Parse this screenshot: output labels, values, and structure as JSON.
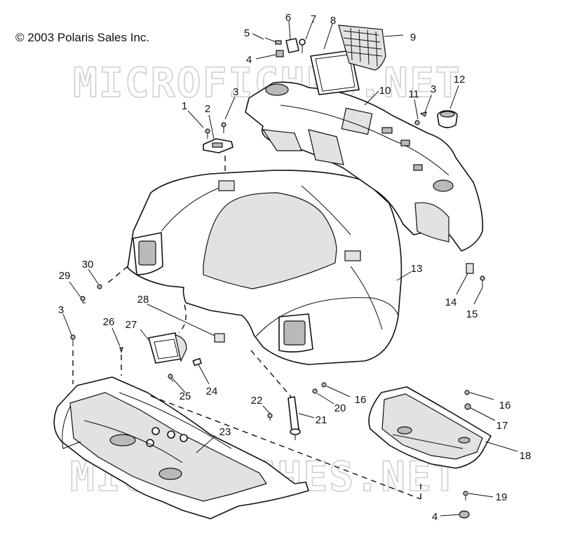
{
  "copyright": "© 2003 Polaris Sales Inc.",
  "watermark": "MICROFICHES.NET",
  "callouts": [
    "1",
    "2",
    "3",
    "3",
    "3",
    "4",
    "4",
    "5",
    "6",
    "7",
    "8",
    "9",
    "10",
    "11",
    "12",
    "13",
    "14",
    "15",
    "16",
    "16",
    "17",
    "18",
    "19",
    "20",
    "21",
    "22",
    "23",
    "24",
    "25",
    "26",
    "27",
    "28",
    "29",
    "30"
  ]
}
